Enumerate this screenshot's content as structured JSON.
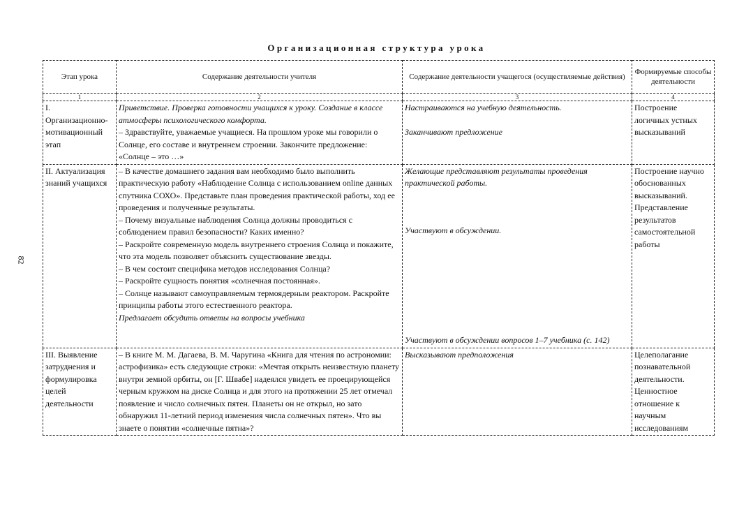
{
  "page": {
    "title": "Организационная структура урока",
    "page_number": "82"
  },
  "table": {
    "headers": [
      "Этап урока",
      "Содержание деятельности учителя",
      "Содержание деятельности учащегося (осуществляемые действия)",
      "Формируемые способы деятельности"
    ],
    "column_numbers": [
      "1",
      "2",
      "3",
      "4"
    ],
    "rows": [
      {
        "stage": "I. Организационно-мотивационный этап",
        "teacher": [
          {
            "italic": true,
            "text": "Приветствие. Проверка готовности учащихся к уроку. Создание в классе атмосферы психологического комфорта."
          },
          {
            "italic": false,
            "text": "– Здравствуйте, уважаемые учащиеся. На прошлом уроке мы говорили о Солнце, его составе и внутреннем строении. Закончите предложение: «Солнце – это …»"
          }
        ],
        "student": [
          "Настраиваются на учебную деятельность.",
          "Заканчивают предложение"
        ],
        "skills": "Построение логичных устных высказываний"
      },
      {
        "stage": "II. Актуализация знаний учащихся",
        "teacher": [
          {
            "italic": false,
            "text": "– В качестве домашнего задания вам необходимо было выполнить практическую работу «Наблюдение Солнца с использованием online данных спутника СОХО». Представьте план проведения практической работы, ход ее проведения и полученные результаты."
          },
          {
            "italic": false,
            "text": "– Почему визуальные наблюдения Солнца должны проводиться с соблюдением правил безопасности? Каких именно?"
          },
          {
            "italic": false,
            "text": "– Раскройте современную модель внутреннего строения Солнца и покажите, что эта модель позволяет объяснить существование звезды."
          },
          {
            "italic": false,
            "text": "– В чем состоит специфика методов исследования Солнца?"
          },
          {
            "italic": false,
            "text": "– Раскройте сущность понятия «солнечная постоянная»."
          },
          {
            "italic": false,
            "text": "– Солнце называют самоуправляемым термоядерным реактором. Раскройте принципы работы этого естественного реактора."
          },
          {
            "italic": true,
            "text": "Предлагает обсудить ответы на вопросы учебника"
          }
        ],
        "student": [
          "Желающие представляют результаты проведения практической работы.",
          "Участвуют в обсуждении.",
          "Участвуют в обсуждении вопросов 1–7 учебника (с. 142)"
        ],
        "skills": [
          "Построение научно обоснованных высказываний.",
          "Представление результатов самостоятельной работы"
        ]
      },
      {
        "stage": "III. Выявление затруднения и формулировка целей деятельности",
        "teacher": [
          {
            "italic": false,
            "text": "– В книге М. М. Дагаева, В. М. Чаругина «Книга для чтения по астрономии: астрофизика» есть следующие строки: «Мечтая открыть неизвестную планету внутри земной орбиты, он [Г. Швабе] надеялся увидеть ее проецирующейся черным кружком на диске Солнца и для этого на протяжении 25 лет отмечал появление и число солнечных пятен. Планеты он не открыл, но зато обнаружил 11-летний период изменения числа солнечных пятен». Что вы знаете о понятии «солнечные пятна»?"
          }
        ],
        "student": [
          "Высказывают предположения"
        ],
        "skills": "Целеполагание познавательной деятельности. Ценностное отношение к научным исследованиям"
      }
    ]
  }
}
